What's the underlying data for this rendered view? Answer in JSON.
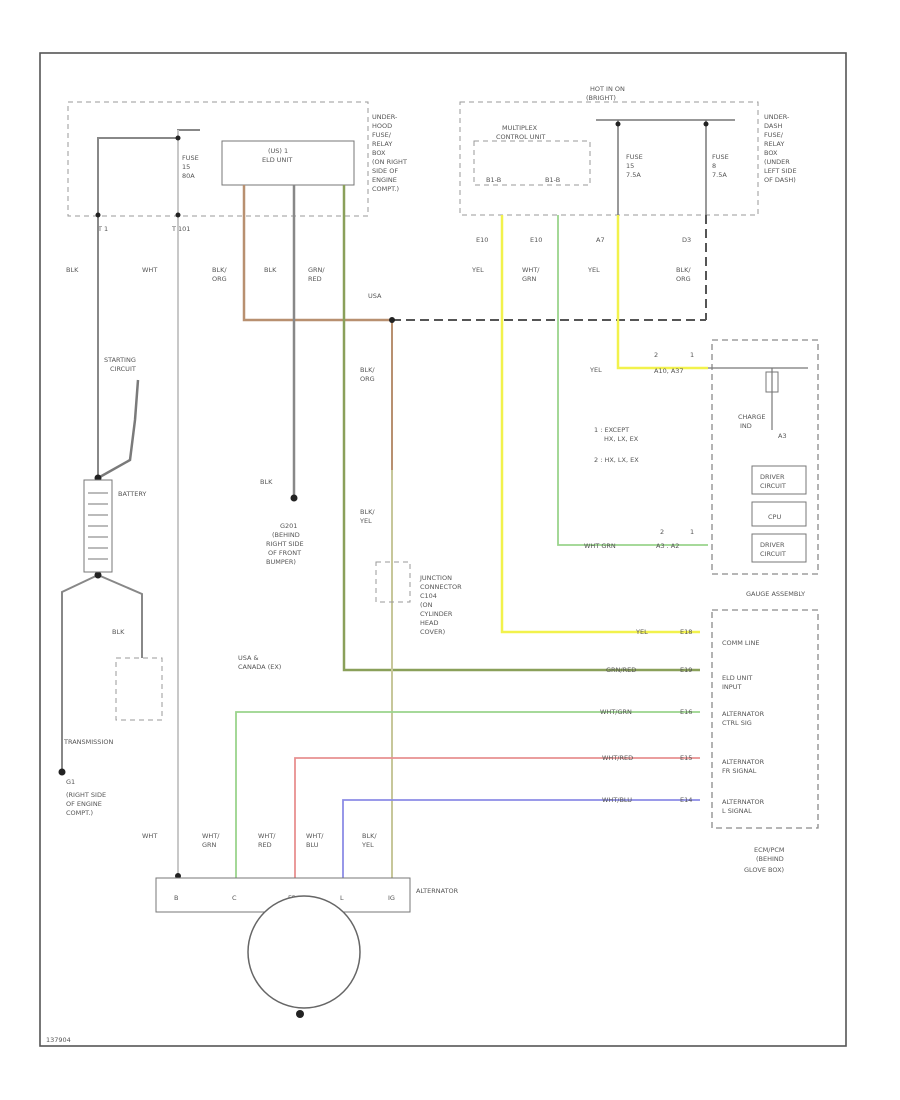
{
  "wire_colors": {
    "black": "#888888",
    "white": "#c8c8c8",
    "blk_org": "#b89070",
    "blk_yel": "#c7c79a",
    "yellow": "#f2f24c",
    "wht_grn": "#9ad48c",
    "grn_red": "#8aa05a",
    "wht_red": "#e89090",
    "wht_blu": "#8c8ce6"
  },
  "fuse_box_left": {
    "label_lines": [
      "UNDER-",
      "HOOD",
      "FUSE/",
      "RELAY",
      "BOX",
      "(ON RIGHT",
      "SIDE OF",
      "ENGINE",
      "COMPT.)"
    ],
    "elu_unit": [
      "(US) 1",
      "ELD UNIT"
    ],
    "fuse": [
      "FUSE",
      "15",
      "80A"
    ],
    "term_a": "T 1",
    "term_b": "T 101"
  },
  "fuse_box_right": {
    "hot_label": [
      "HOT IN ON",
      "(BRIGHT)"
    ],
    "label_lines": [
      "UNDER-",
      "DASH",
      "FUSE/",
      "RELAY",
      "BOX",
      "(UNDER",
      "LEFT SIDE",
      "OF DASH)"
    ],
    "mcu": [
      "MULTIPLEX",
      "CONTROL UNIT"
    ],
    "mcu_pins": [
      "B1-B",
      "B1-B"
    ],
    "fuse_a": [
      "FUSE",
      "15",
      "7.5A"
    ],
    "fuse_b": [
      "FUSE",
      "8",
      "7.5A"
    ],
    "terms": [
      "E10",
      "E10",
      "A7",
      "D3"
    ]
  },
  "wire_labels": {
    "blk": "BLK",
    "wht": "WHT",
    "blk_org": [
      "BLK/",
      "ORG"
    ],
    "blk_org2": [
      "BLK/",
      "ORG"
    ],
    "grn_red": [
      "GRN/",
      "RED"
    ],
    "yel": "YEL",
    "wht_grn": [
      "WHT/",
      "GRN"
    ],
    "blk_yel": [
      "BLK/",
      "YEL"
    ],
    "wht_grn_h": "WHT GRN",
    "grn_red_h": "GRN/RED",
    "wht_red_h": "WHT/RED",
    "wht_blu_h": "WHT/BLU",
    "us_a": "USA",
    "usa_canada": [
      "USA &",
      "CANADA (EX)"
    ]
  },
  "starting": [
    "STARTING",
    "CIRCUIT"
  ],
  "battery": "BATTERY",
  "transmission": "TRANSMISSION",
  "ground_g1": [
    "G1",
    "(RIGHT SIDE",
    "OF ENGINE",
    "COMPT.)"
  ],
  "ground_g201": [
    "G201",
    "(BEHIND",
    "RIGHT SIDE",
    "OF FRONT",
    "BUMPER)"
  ],
  "junction": [
    "JUNCTION",
    "CONNECTOR",
    "C104",
    "(ON",
    "CYLINDER",
    "HEAD",
    "COVER)"
  ],
  "except_notes": [
    "1 : EXCEPT",
    "HX, LX, EX",
    "2 : HX, LX, EX"
  ],
  "charge_ind": [
    "CHARGE",
    "IND"
  ],
  "driver_a": [
    "DRIVER",
    "CIRCUIT"
  ],
  "cpu": "CPU",
  "driver_b": [
    "DRIVER",
    "CIRCUIT"
  ],
  "gauge_assembly": "GAUGE ASSEMBLY",
  "gauge_rows": [
    {
      "wire": "YEL",
      "pin": "E18",
      "label": [
        "COMM LINE"
      ]
    },
    {
      "wire": "GRN/RED",
      "pin": "E19",
      "label": [
        "ELD UNIT",
        "INPUT"
      ]
    },
    {
      "wire": "WHT/GRN",
      "pin": "E16",
      "label": [
        "ALTERNATOR",
        "CTRL SIG"
      ]
    },
    {
      "wire": "WHT/RED",
      "pin": "E15",
      "label": [
        "ALTERNATOR",
        "FR SIGNAL"
      ]
    },
    {
      "wire": "WHT/BLU",
      "pin": "E14",
      "label": [
        "ALTERNATOR",
        "L SIGNAL"
      ]
    }
  ],
  "ecm_label": [
    "ECM/PCM",
    "(BEHIND",
    "GLOVE BOX)"
  ],
  "alternator": {
    "label": "ALTERNATOR",
    "terms": [
      "B",
      "C",
      "FR",
      "L",
      "IG"
    ],
    "wires": [
      {
        "name": "WHT",
        "lines": [
          "WHT"
        ]
      },
      {
        "name": "WHT/GRN",
        "lines": [
          "WHT/",
          "GRN"
        ]
      },
      {
        "name": "WHT/RED",
        "lines": [
          "WHT/",
          "RED"
        ]
      },
      {
        "name": "WHT/BLU",
        "lines": [
          "WHT/",
          "BLU"
        ]
      },
      {
        "name": "BLK/YEL",
        "lines": [
          "BLK/",
          "YEL"
        ]
      }
    ]
  },
  "conn_pins": {
    "a3": "A3",
    "a2": "A2",
    "yel_pins": [
      "2",
      "1"
    ],
    "yel_a": "A10, A37",
    "grn_pins": [
      "2",
      "1"
    ],
    "grn_a": "A3 . A2"
  },
  "footer_code": "137904"
}
